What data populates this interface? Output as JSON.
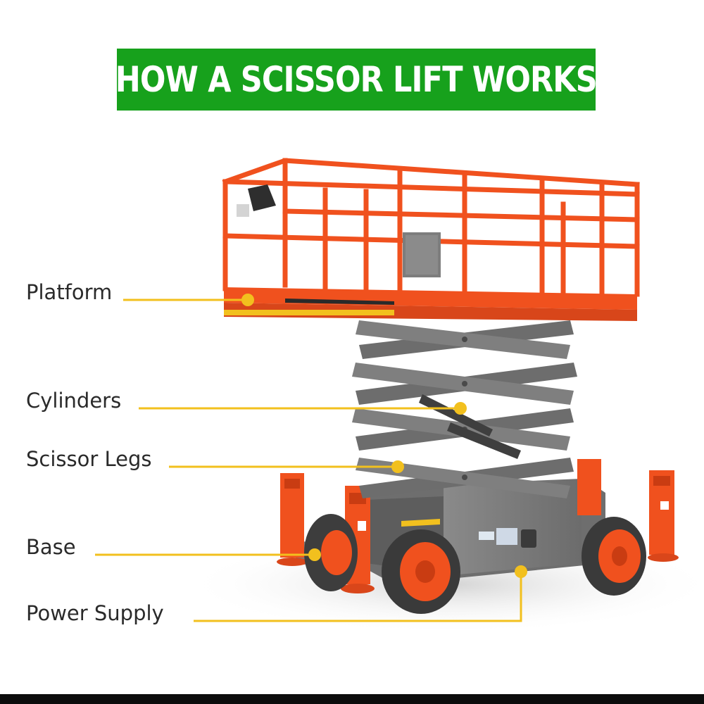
{
  "title": "HOW A SCISSOR LIFT WORKS",
  "labels": {
    "platform": "Platform",
    "cylinders": "Cylinders",
    "scissor_legs": "Scissor Legs",
    "base": "Base",
    "power_supply": "Power Supply"
  },
  "colors": {
    "banner": "#17a11c",
    "title_text": "#ffffff",
    "leader_line": "#f2c01e",
    "machine_orange": "#f0511e",
    "machine_gray": "#7a7a7a",
    "label_text": "#2a2a2a"
  }
}
